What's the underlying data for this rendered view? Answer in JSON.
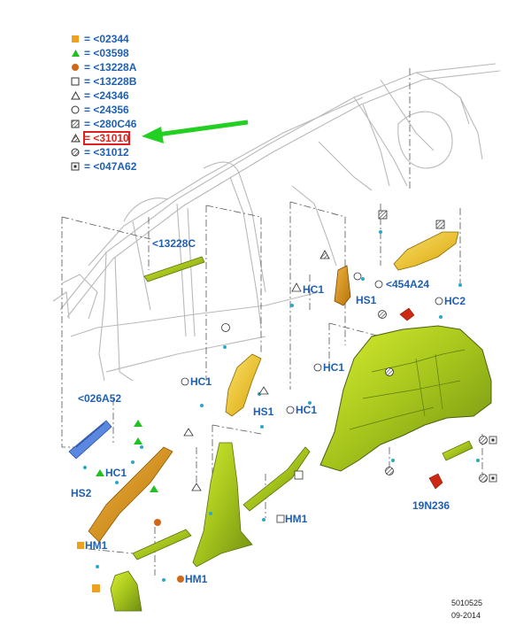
{
  "legend": {
    "items": [
      {
        "symbol": "orange-square-icon",
        "text": "= <02344"
      },
      {
        "symbol": "green-triangle-icon",
        "text": "= <03598"
      },
      {
        "symbol": "brown-dot-icon",
        "text": "= <13228A"
      },
      {
        "symbol": "open-square-icon",
        "text": "= <13228B"
      },
      {
        "symbol": "open-triangle-icon",
        "text": "= <24346"
      },
      {
        "symbol": "open-circle-icon",
        "text": "= <24356"
      },
      {
        "symbol": "hatched-square-icon",
        "text": "= <280C46"
      },
      {
        "symbol": "hatched-triangle-icon",
        "text": "= <31010"
      },
      {
        "symbol": "hatched-circle-icon",
        "text": "= <31012"
      },
      {
        "symbol": "boxed-square-icon",
        "text": "= <047A62"
      }
    ],
    "highlighted_index": 7
  },
  "callouts": {
    "c13228c": "<13228C",
    "c026a52": "<026A52",
    "c454a24": "<454A24",
    "c19n236": "19N236",
    "hc1_a": "HC1",
    "hc1_b": "HC1",
    "hc1_c": "HC1",
    "hc1_d": "HC1",
    "hc1_e": "HC1",
    "hc2": "HC2",
    "hs1_a": "HS1",
    "hs1_b": "HS1",
    "hs2": "HS2",
    "hm1_a": "HM1",
    "hm1_b": "HM1",
    "hm1_c": "HM1"
  },
  "footer": {
    "code": "5010525",
    "date": "09-2014"
  },
  "colors": {
    "callout_text": "#1f5fb4",
    "highlight_red": "#e02020",
    "arrow_green": "#22d022",
    "part_lime": "#a8c820",
    "part_yellow": "#e8c010",
    "part_orange": "#d08a10",
    "part_red": "#cc2010",
    "part_blue": "#4a7ad8",
    "clip_cyan": "#2aa8c8"
  }
}
